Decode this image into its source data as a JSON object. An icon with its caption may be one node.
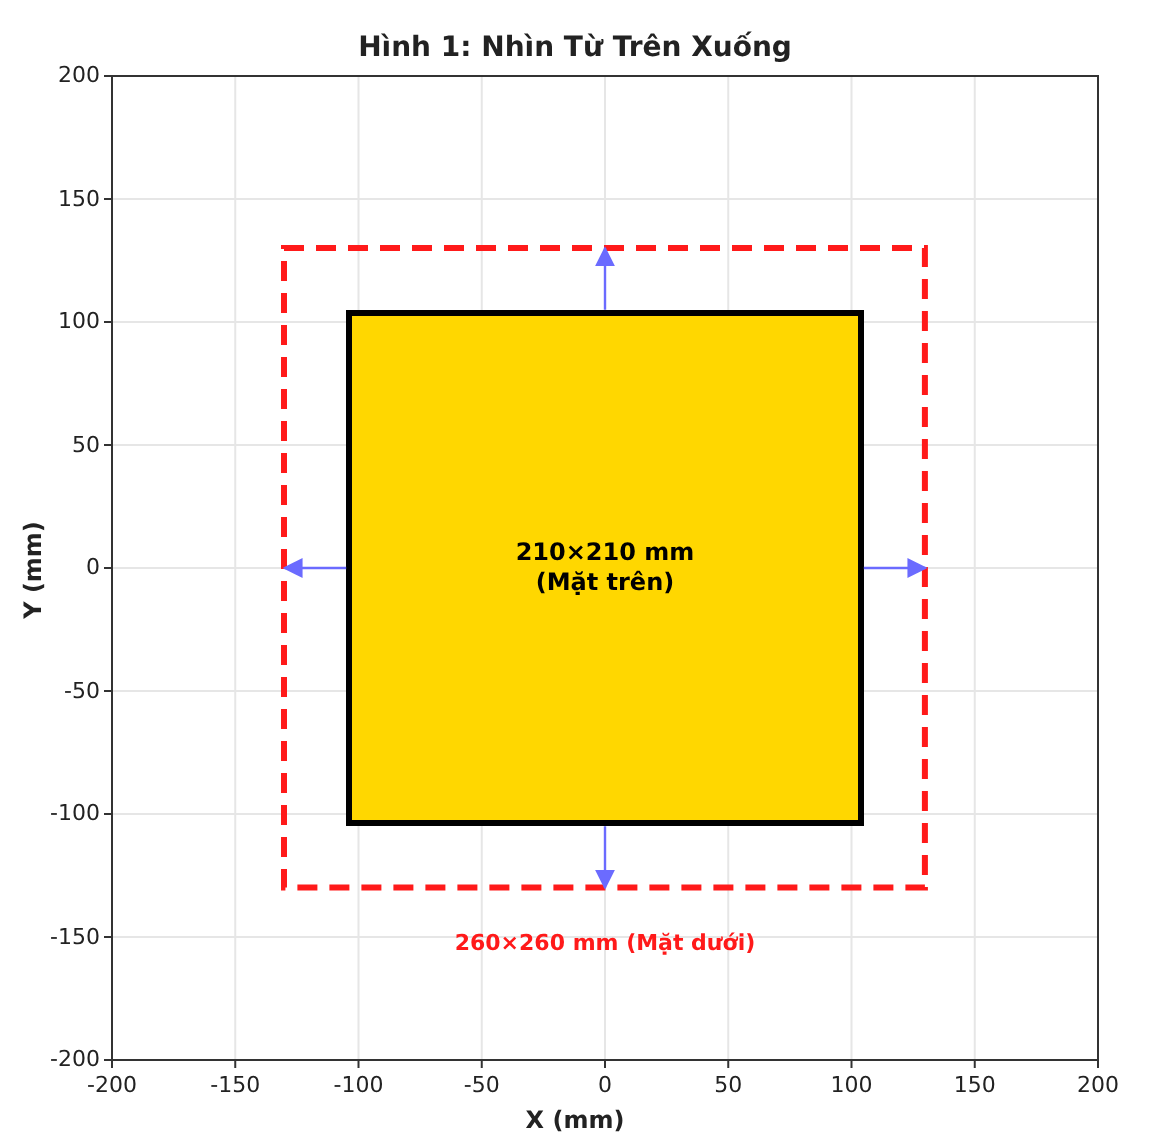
{
  "diagram": {
    "title": "Hình 1: Nhìn Từ Trên Xuống",
    "nodes": [
      {
        "text": [],
        "shape": "box",
        "beside": [
          "260×260 mm (Mặt dưới)"
        ]
      },
      {
        "text": [
          "210×210 mm (Mặt trên)"
        ],
        "in": 0
      }
    ],
    "edges": [
      {
        "from": 1,
        "to": 0,
        "arrow": "to"
      },
      {
        "from": 1,
        "to": 0,
        "arrow": "to"
      },
      {
        "from": 1,
        "to": 0,
        "arrow": "to"
      },
      {
        "from": 1,
        "to": 0,
        "arrow": "to"
      }
    ],
    "labels": [
      "200",
      "150",
      "100",
      "50",
      "0",
      "-50",
      "-100",
      "-150",
      "-200",
      "Y (mm)",
      "-200",
      "-150",
      "-100",
      "-50",
      "0",
      "50",
      "100",
      "150",
      "200",
      "X (mm)"
    ]
  }
}
